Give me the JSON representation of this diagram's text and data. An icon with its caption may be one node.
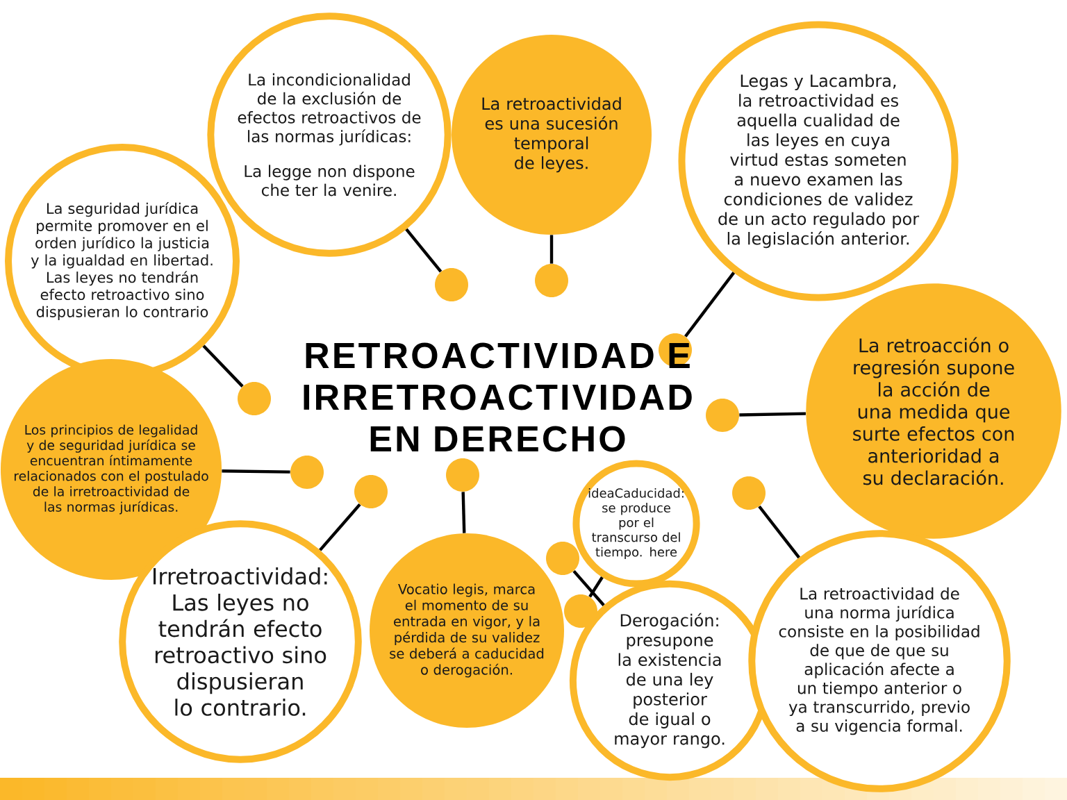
{
  "diagram": {
    "title": "RETROACTIVIDAD E IRRETROACTIVIDAD EN DERECHO",
    "nodes": [
      {
        "text": [
          "La incondicionalidad de la exclusión de efectos retroactivos de las normas jurídicas:",
          "La legge non dispone che ter la venire."
        ]
      },
      {
        "text": [
          "La retroactividad es una sucesión temporal de leyes."
        ]
      },
      {
        "text": [
          "Legas y Lacambra, la retroactividad es aquella cualidad de las leyes en cuya virtud estas someten a nuevo examen las condiciones de validez de un acto regulado por la legislación anterior."
        ]
      },
      {
        "text": [
          "La seguridad jurídica permite promover en el orden jurídico la justicia y la igualdad en libertad. Las leyes no tendrán efecto retroactivo sino dispusieran lo contrario"
        ]
      },
      {
        "text": [
          "La retroacción o regresión supone la acción de una medida que surte efectos con anterioridad a su declaración."
        ]
      },
      {
        "text": [
          "Los principios de legalidad y de seguridad jurídica se encuentran íntimamente relacionados con el postulado de la irretroactividad de las normas jurídicas."
        ]
      },
      {
        "text": [
          "ideaCaducidad: se produce por el transcurso del tiempo. here"
        ]
      },
      {
        "text": [
          "Irretroactividad: Las leyes no tendrán efecto retroactivo sino dispusieran lo contrario."
        ]
      },
      {
        "text": [
          "Vocatio legis, marca el momento de su entrada en vigor, y la pérdida de su validez se deberá a caducidad o derogación."
        ]
      },
      {
        "text": [
          "Derogación: presupone la existencia de una ley posterior de igual o mayor rango."
        ]
      },
      {
        "text": [
          "La retroactividad de una norma jurídica consiste en la posibilidad de que de que su aplicación afecte a un tiempo anterior o ya transcurrido, previo a su vigencia formal."
        ]
      },
      {
        "text": [],
        "shape": "circle"
      },
      {
        "text": [],
        "shape": "circle"
      },
      {
        "text": [],
        "shape": "circle"
      },
      {
        "text": [],
        "shape": "circle"
      },
      {
        "text": [],
        "shape": "circle"
      },
      {
        "text": [],
        "shape": "circle"
      },
      {
        "text": [],
        "shape": "circle"
      },
      {
        "text": [],
        "shape": "circle"
      },
      {
        "text": [],
        "shape": "circle"
      },
      {
        "text": [],
        "shape": "circle"
      },
      {
        "text": [],
        "shape": "circle"
      }
    ],
    "edges": [
      {
        "from": 0,
        "to": 12,
        "arrow": "none"
      },
      {
        "from": 1,
        "to": 11,
        "arrow": "none"
      },
      {
        "from": 2,
        "to": 13,
        "arrow": "none"
      },
      {
        "from": 3,
        "to": 14,
        "arrow": "none"
      },
      {
        "from": 4,
        "to": 15,
        "arrow": "none"
      },
      {
        "from": 5,
        "to": 16,
        "arrow": "none"
      },
      {
        "from": 6,
        "to": 21,
        "arrow": "none"
      },
      {
        "from": 7,
        "to": 18,
        "arrow": "none"
      },
      {
        "from": 8,
        "to": 17,
        "arrow": "none"
      },
      {
        "from": 9,
        "to": 20,
        "arrow": "none"
      },
      {
        "from": 10,
        "to": 19,
        "arrow": "none"
      }
    ]
  }
}
